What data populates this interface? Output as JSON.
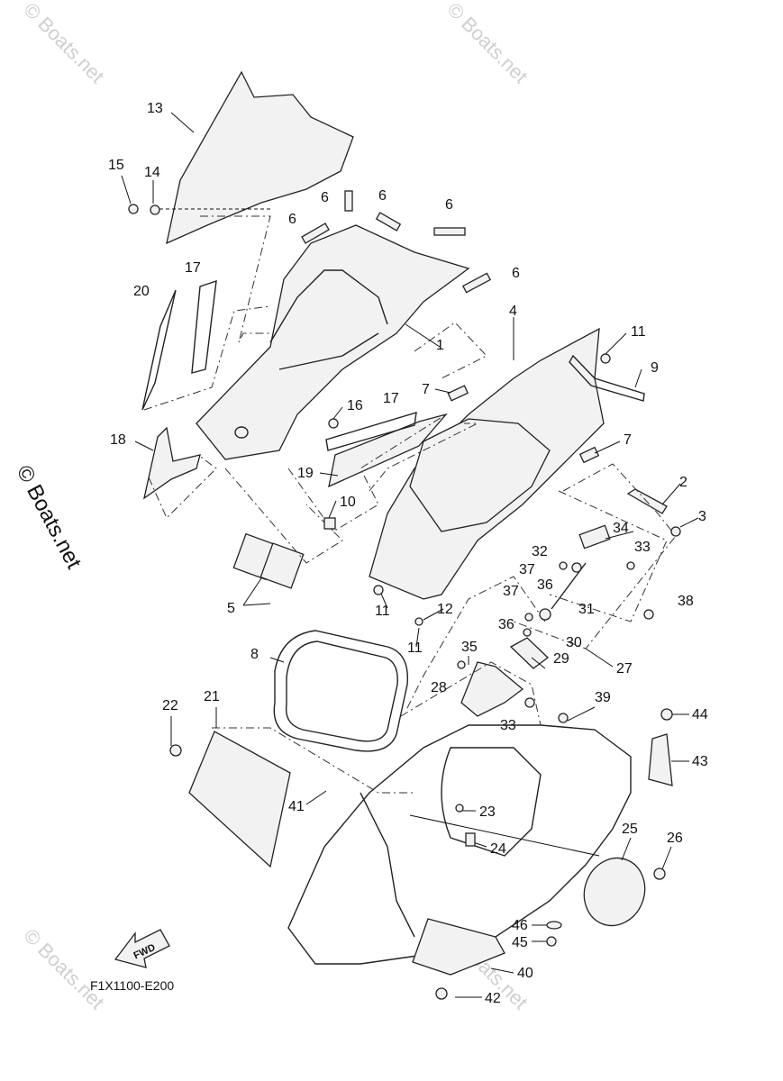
{
  "figure": {
    "code": "F1X1100-E200",
    "fwd_label": "FWD",
    "watermarks": [
      "© Boats.net",
      "© Boats.net",
      "© Boats.net",
      "© Boats.net"
    ],
    "side_watermark": "© Boats.net"
  },
  "callouts": [
    {
      "num": "13"
    },
    {
      "num": "15"
    },
    {
      "num": "14"
    },
    {
      "num": "6"
    },
    {
      "num": "6"
    },
    {
      "num": "6"
    },
    {
      "num": "6"
    },
    {
      "num": "6"
    },
    {
      "num": "20"
    },
    {
      "num": "17"
    },
    {
      "num": "4"
    },
    {
      "num": "11"
    },
    {
      "num": "1"
    },
    {
      "num": "9"
    },
    {
      "num": "7"
    },
    {
      "num": "16"
    },
    {
      "num": "17"
    },
    {
      "num": "18"
    },
    {
      "num": "7"
    },
    {
      "num": "19"
    },
    {
      "num": "2"
    },
    {
      "num": "10"
    },
    {
      "num": "3"
    },
    {
      "num": "34"
    },
    {
      "num": "32"
    },
    {
      "num": "33"
    },
    {
      "num": "37"
    },
    {
      "num": "36"
    },
    {
      "num": "5"
    },
    {
      "num": "37"
    },
    {
      "num": "31"
    },
    {
      "num": "38"
    },
    {
      "num": "11"
    },
    {
      "num": "12"
    },
    {
      "num": "36"
    },
    {
      "num": "11"
    },
    {
      "num": "30"
    },
    {
      "num": "8"
    },
    {
      "num": "35"
    },
    {
      "num": "29"
    },
    {
      "num": "27"
    },
    {
      "num": "22"
    },
    {
      "num": "21"
    },
    {
      "num": "28"
    },
    {
      "num": "39"
    },
    {
      "num": "33"
    },
    {
      "num": "44"
    },
    {
      "num": "43"
    },
    {
      "num": "41"
    },
    {
      "num": "23"
    },
    {
      "num": "25"
    },
    {
      "num": "26"
    },
    {
      "num": "24"
    },
    {
      "num": "46"
    },
    {
      "num": "45"
    },
    {
      "num": "40"
    },
    {
      "num": "42"
    }
  ]
}
